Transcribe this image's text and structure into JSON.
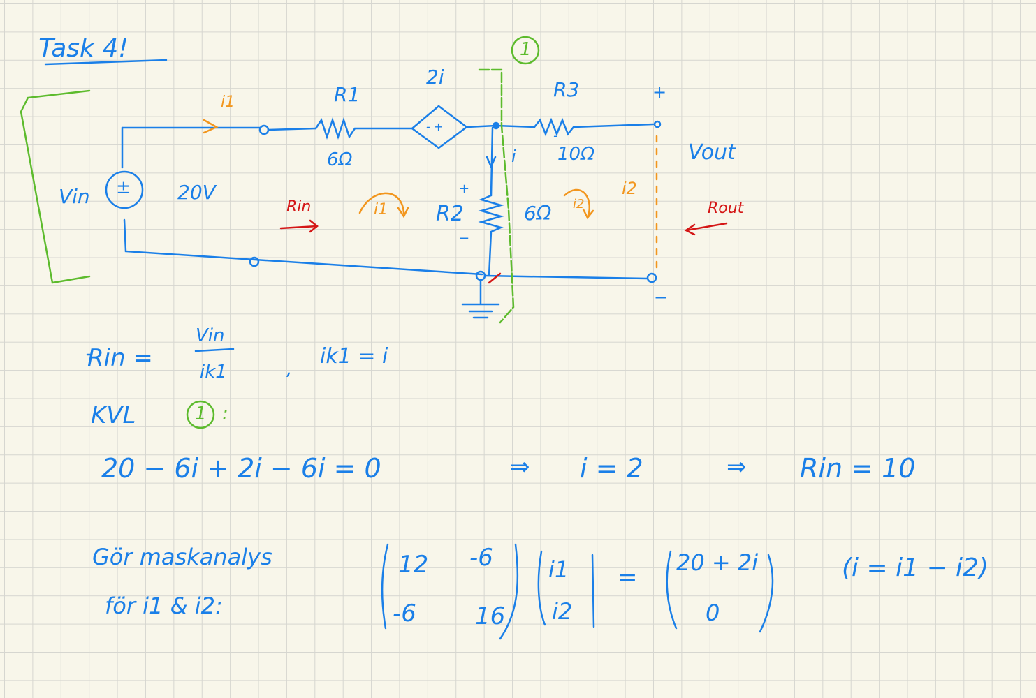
{
  "title": "Task 4!",
  "colors": {
    "ink": "#1a7fe8",
    "orange": "#f2961e",
    "red": "#d41616",
    "green": "#5dbb2d"
  },
  "circuit": {
    "i1_label": "i1",
    "r1": "R1",
    "r1_value": "6Ω",
    "dep_source": "2i",
    "dep_signs": "- +",
    "node_marker": "1",
    "r3": "R3",
    "r3_value": "10Ω",
    "plus_out": "+",
    "minus_out": "−",
    "i_label": "i",
    "vout": "Vout",
    "vin": "Vin",
    "vin_value": "20V",
    "source_symbol": "±",
    "rin": "Rin",
    "loop_i1": "i1",
    "r2": "R2",
    "r2_value": "6Ω",
    "r2_plus": "+",
    "r2_minus": "−",
    "loop_i2": "i2",
    "i2_label": "i2",
    "rout": "Rout",
    "r3_minus": "-"
  },
  "equations": {
    "rin_lhs": "Rin =",
    "rin_num": "Vin",
    "rin_den": "ik1",
    "comma": ",",
    "ik1_eq": "ik1 = i",
    "kvl": "KVL",
    "kvl_marker": "1",
    "kvl_colon": ":",
    "kvl_eq": "20 − 6i + 2i − 6i = 0",
    "arrow1": "⇒",
    "i_result": "i = 2",
    "arrow2": "⇒",
    "rin_result": "Rin = 10",
    "mesh_line1": "Gör maskanalys",
    "mesh_line2": "för i1 & i2:",
    "matrix": [
      [
        "12",
        "-6"
      ],
      [
        "-6",
        "16"
      ]
    ],
    "vector": [
      "i1",
      "i2"
    ],
    "equals": "=",
    "rhs": [
      "20 + 2i",
      "0"
    ],
    "relation": "(i = i1 − i2)"
  }
}
